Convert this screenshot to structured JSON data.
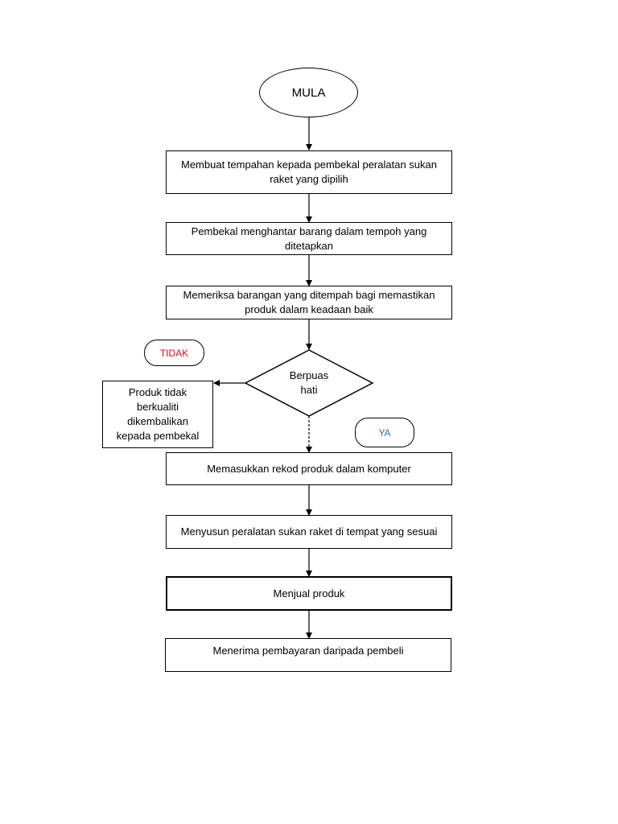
{
  "flowchart": {
    "start": "MULA",
    "steps": [
      "Membuat tempahan kepada pembekal peralatan sukan raket yang dipilih",
      "Pembekal menghantar barang dalam tempoh yang ditetapkan",
      "Memeriksa barangan yang ditempah bagi memastikan produk dalam keadaan baik",
      "Memasukkan rekod produk dalam komputer",
      "Menyusun peralatan sukan raket di tempat yang sesuai",
      "Menjual produk",
      "Menerima pembayaran daripada pembeli"
    ],
    "decision": {
      "line1": "Berpuas",
      "line2": "hati"
    },
    "no_label": "TIDAK",
    "yes_label": "YA",
    "reject_box": "Produk tidak berkualiti dikembalikan kepada pembekal",
    "colors": {
      "no": "#e8001c",
      "yes": "#2a6fb6",
      "line": "#000000"
    }
  }
}
